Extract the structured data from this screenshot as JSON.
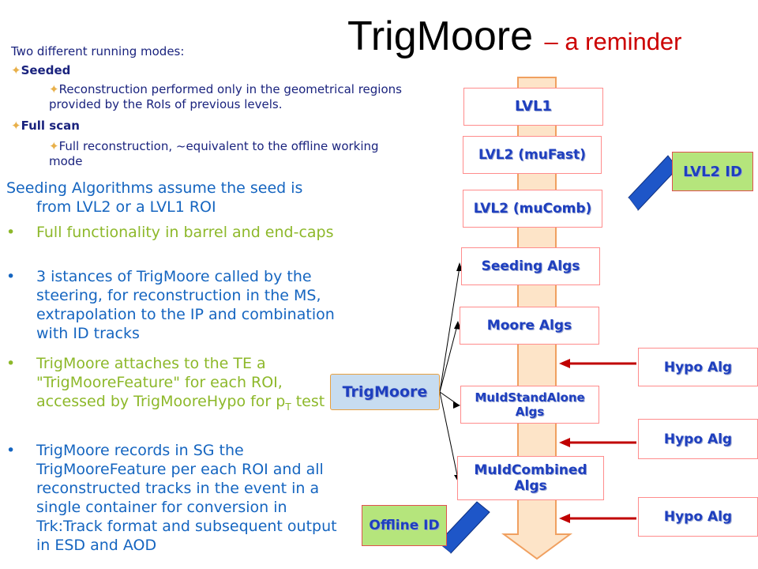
{
  "title": {
    "main": "TrigMoore",
    "sub": "– a reminder"
  },
  "modes": {
    "intro": "Two different running modes:",
    "seeded": {
      "label": "Seeded",
      "desc": "Reconstruction performed only in the geometrical regions provided by the RoIs of previous levels."
    },
    "fullscan": {
      "label": "Full scan",
      "desc": "Full reconstruction, ~equivalent to the offline working mode"
    }
  },
  "bullets": [
    {
      "text": "Seeding Algorithms assume the seed is from LVL2 or a LVL1 ROI",
      "color": "#1565c0"
    },
    {
      "text": "Full functionality in barrel and end-caps",
      "color": "#8db82a"
    },
    {
      "text": "3 istances of TrigMoore called by the steering, for reconstruction in the MS, extrapolation to the IP and combination with ID tracks",
      "color": "#1565c0"
    },
    {
      "text": "TrigMoore attaches to the TE a \"TrigMooreFeature\" for each ROI, accessed by TrigMooreHypo for p",
      "sub": "T",
      "tail": " test",
      "color": "#8db82a"
    },
    {
      "text": "TrigMoore records in SG the TrigMooreFeature per each ROI and all reconstructed tracks in the event in a single container for conversion in Trk:Track format and subsequent output in ESD and AOD",
      "color": "#1565c0"
    }
  ],
  "diagram": {
    "boxes": [
      "LVL1",
      "LVL2 (muFast)",
      "LVL2 (muComb)",
      "Seeding Algs",
      "Moore Algs",
      "MuIdStandAlone Algs",
      "MuIdCombined Algs"
    ],
    "trigmoore": "TrigMoore",
    "hypo": [
      "Hypo Alg",
      "Hypo Alg",
      "Hypo Alg"
    ],
    "lvl2_id": "LVL2 ID",
    "offline_id": "Offline ID"
  },
  "colors": {
    "arrow_fill": "#fde4c8",
    "arrow_stroke": "#f0a060",
    "red_arrow": "#c00000",
    "pointer": "#1e56c8"
  }
}
